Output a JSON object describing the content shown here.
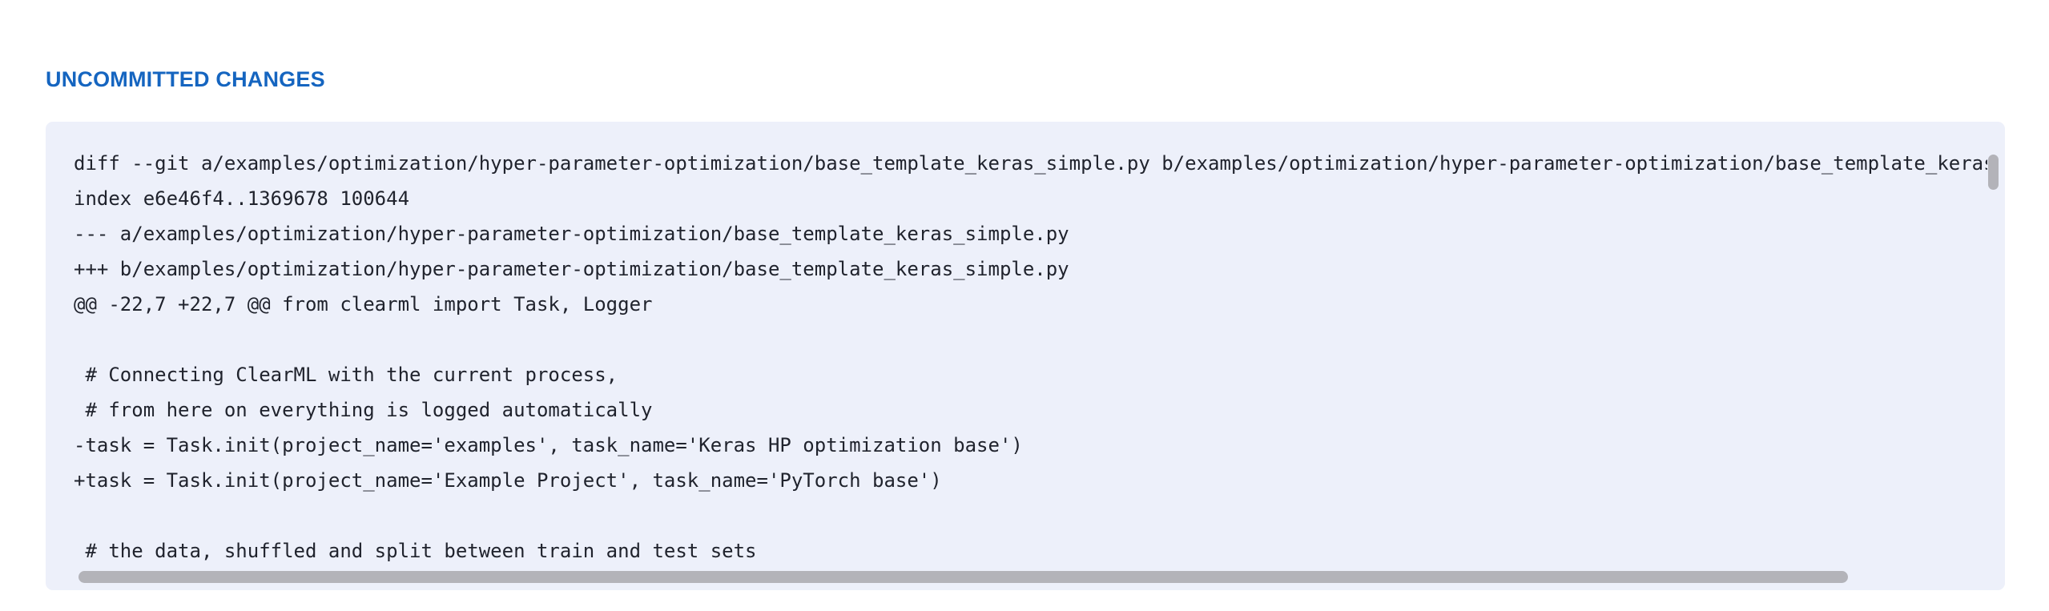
{
  "header": {
    "title": "UNCOMMITTED CHANGES"
  },
  "diff_viewer": {
    "lines": [
      "diff --git a/examples/optimization/hyper-parameter-optimization/base_template_keras_simple.py b/examples/optimization/hyper-parameter-optimization/base_template_keras_simple.py",
      "index e6e46f4..1369678 100644",
      "--- a/examples/optimization/hyper-parameter-optimization/base_template_keras_simple.py",
      "+++ b/examples/optimization/hyper-parameter-optimization/base_template_keras_simple.py",
      "@@ -22,7 +22,7 @@ from clearml import Task, Logger",
      "",
      " # Connecting ClearML with the current process,",
      " # from here on everything is logged automatically",
      "-task = Task.init(project_name='examples', task_name='Keras HP optimization base')",
      "+task = Task.init(project_name='Example Project', task_name='PyTorch base')",
      "",
      " # the data, shuffled and split between train and test sets"
    ],
    "scrollbars": {
      "vertical_visible": true,
      "horizontal_visible": true
    }
  },
  "colors": {
    "accent_title": "#1565c0",
    "code_background": "#edf0fa",
    "code_text": "#20232d",
    "scrollbar_thumb": "#b3b3b9"
  }
}
